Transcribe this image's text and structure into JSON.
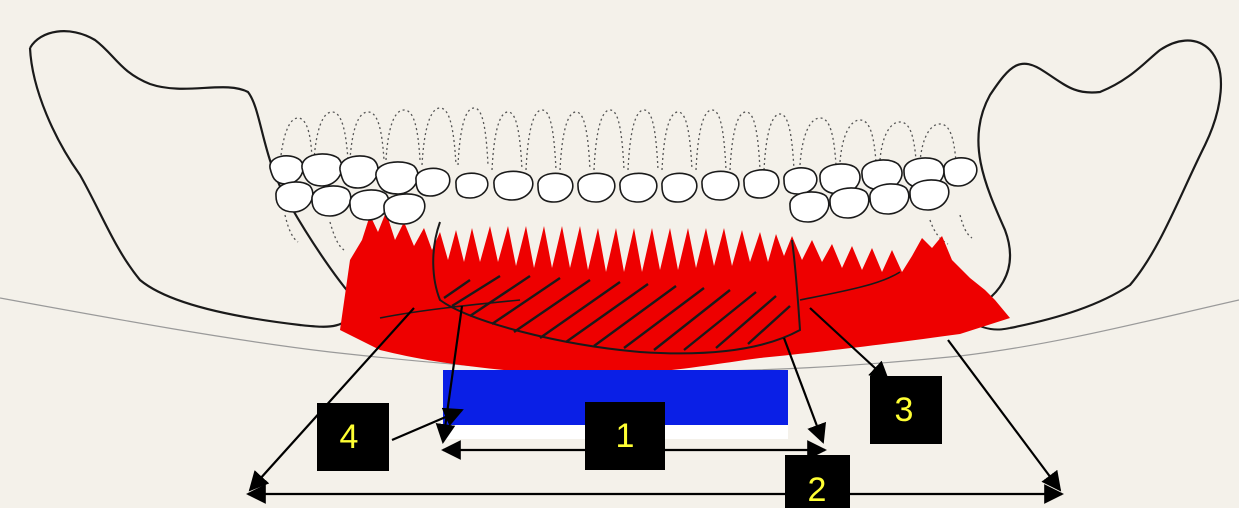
{
  "diagram": {
    "colors": {
      "background": "#f4f1ea",
      "red_region": "#ee0000",
      "blue_block": "#0a1fe6",
      "outline": "#1a1a1a",
      "label_box": "#000000",
      "label_text": "#ffff33"
    },
    "labels": [
      {
        "id": "1",
        "text": "1"
      },
      {
        "id": "2",
        "text": "2"
      },
      {
        "id": "3",
        "text": "3"
      },
      {
        "id": "4",
        "text": "4"
      }
    ]
  }
}
